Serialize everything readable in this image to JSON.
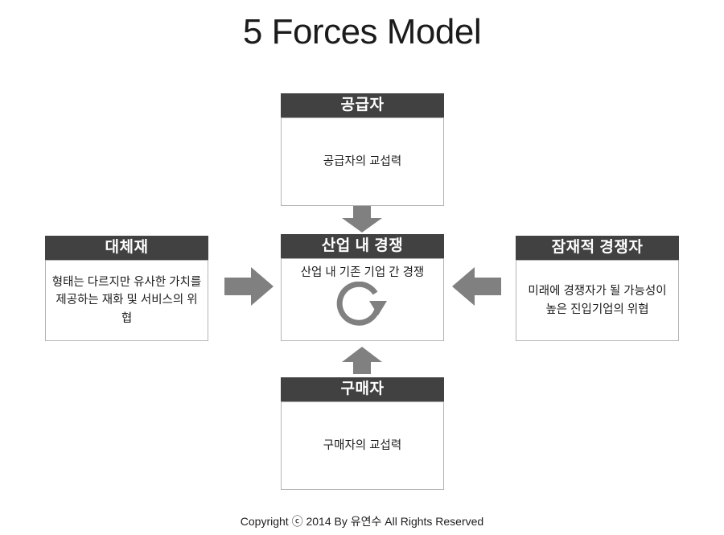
{
  "page": {
    "title": "5 Forces Model",
    "footer": "Copyright ⓒ 2014 By 유연수 All Rights Reserved",
    "background_color": "#ffffff",
    "header_color": "#414141",
    "arrow_color": "#808080",
    "border_color": "#b4b4b4"
  },
  "forces": {
    "supplier": {
      "header": "공급자",
      "body": "공급자의 교섭력"
    },
    "rivalry": {
      "header": "산업 내 경쟁",
      "body": "산업 내  기존 기업 간 경쟁"
    },
    "substitute": {
      "header": "대체재",
      "body": "형태는 다르지만 유사한 가치를 제공하는 재화 및 서비스의 위협"
    },
    "entrant": {
      "header": "잠재적 경쟁자",
      "body": "미래에 경쟁자가 될 가능성이 높은 진입기업의 위협"
    },
    "buyer": {
      "header": "구매자",
      "body": "구매자의 교섭력"
    }
  },
  "icons": {
    "cycle": "circular-arrow-icon",
    "arrow_down": "arrow-down-icon",
    "arrow_up": "arrow-up-icon",
    "arrow_right": "arrow-right-icon",
    "arrow_left": "arrow-left-icon"
  }
}
